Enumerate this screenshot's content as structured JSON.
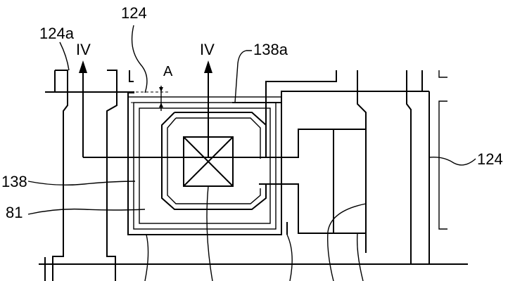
{
  "labels": {
    "top_124": "124",
    "top_124a": "124a",
    "iv_left": "IV",
    "iv_right": "IV",
    "label_138a": "138a",
    "label_A": "A",
    "right_124": "124",
    "left_138": "138",
    "left_81": "81"
  }
}
